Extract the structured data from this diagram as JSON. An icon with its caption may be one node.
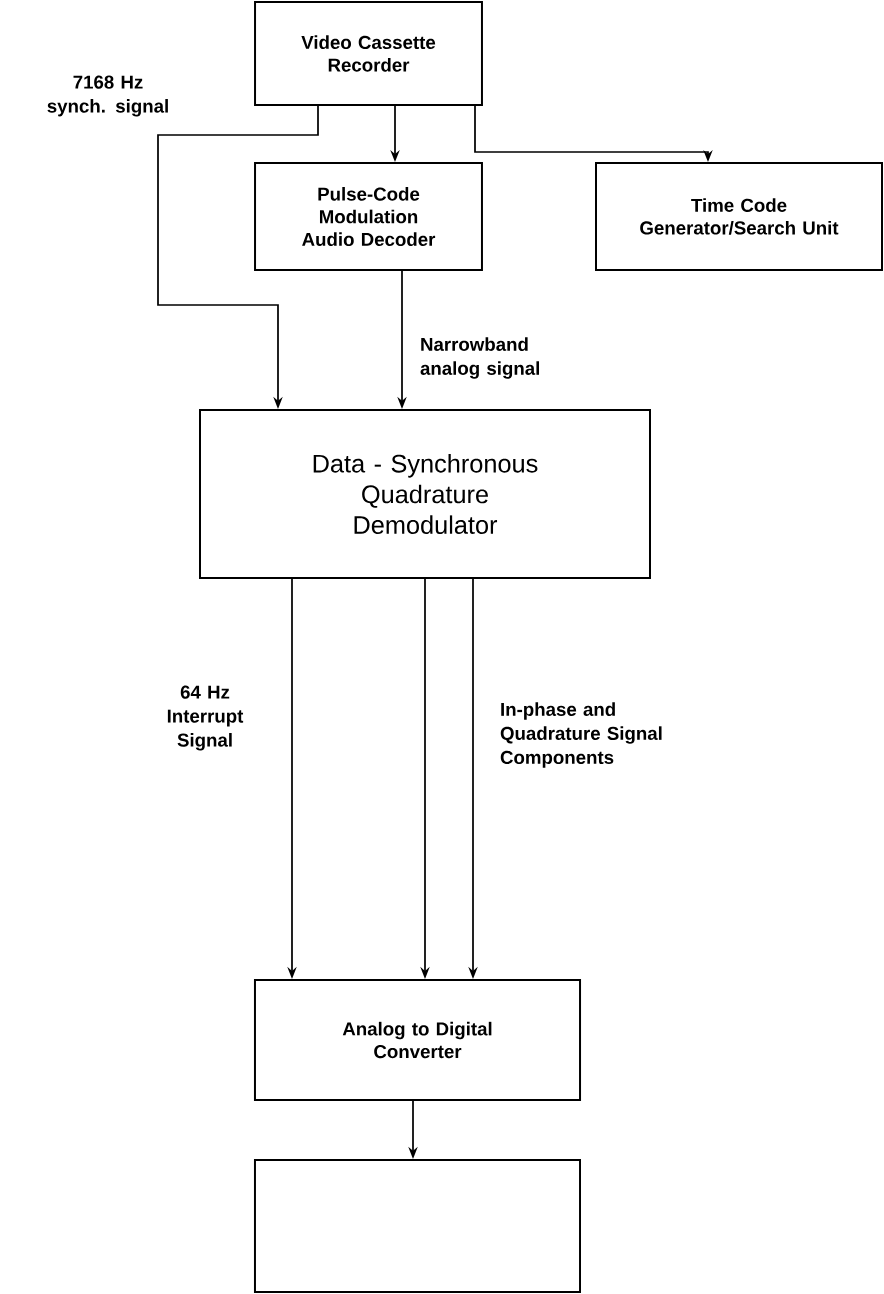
{
  "diagram": {
    "nodes": [
      {
        "text": [
          "Video Cassette Recorder"
        ]
      },
      {
        "text": [
          "Pulse-Code Modulation Audio Decoder"
        ]
      },
      {
        "text": [
          "Time Code Generator/Search Unit"
        ]
      },
      {
        "text": [
          "Data - Synchronous Quadrature Demodulator"
        ]
      },
      {
        "text": [
          "Analog to Digital Converter"
        ]
      },
      {
        "text": [],
        "shape": "box"
      }
    ],
    "edges": [
      {
        "from": 0,
        "to": 1,
        "arrow": "to"
      },
      {
        "from": 0,
        "to": 2,
        "arrow": "to"
      },
      {
        "from": 0,
        "to": 3,
        "arrow": "to",
        "label": "7168 Hz synch. signal"
      },
      {
        "from": 1,
        "to": 3,
        "arrow": "to",
        "label": "Narrowband analog signal"
      },
      {
        "from": 3,
        "to": 4,
        "arrow": "to",
        "label": "64 Hz Interrupt Signal"
      },
      {
        "from": 3,
        "to": 4,
        "arrow": "to"
      },
      {
        "from": 3,
        "to": 4,
        "arrow": "to",
        "label": "In-phase and Quadrature Signal Components"
      },
      {
        "from": 4,
        "to": 5,
        "arrow": "to"
      }
    ]
  }
}
